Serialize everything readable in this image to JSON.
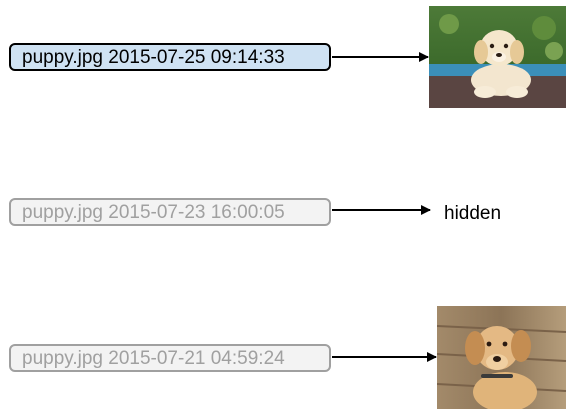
{
  "versions": [
    {
      "label": "puppy.jpg 2015-07-25 09:14:33",
      "state": "current",
      "target": "image",
      "image_icon": "golden-retriever-puppy-photo"
    },
    {
      "label": "puppy.jpg 2015-07-23 16:00:05",
      "state": "past",
      "target": "text",
      "target_text": "hidden"
    },
    {
      "label": "puppy.jpg 2015-07-21 04:59:24",
      "state": "past",
      "target": "image",
      "image_icon": "labrador-puppy-photo"
    }
  ],
  "colors": {
    "current_fill": "#cfe2f3",
    "current_border": "#000000",
    "past_fill": "#f3f3f3",
    "past_border": "#a0a0a0",
    "past_text": "#a0a0a0",
    "arrow": "#000000"
  }
}
